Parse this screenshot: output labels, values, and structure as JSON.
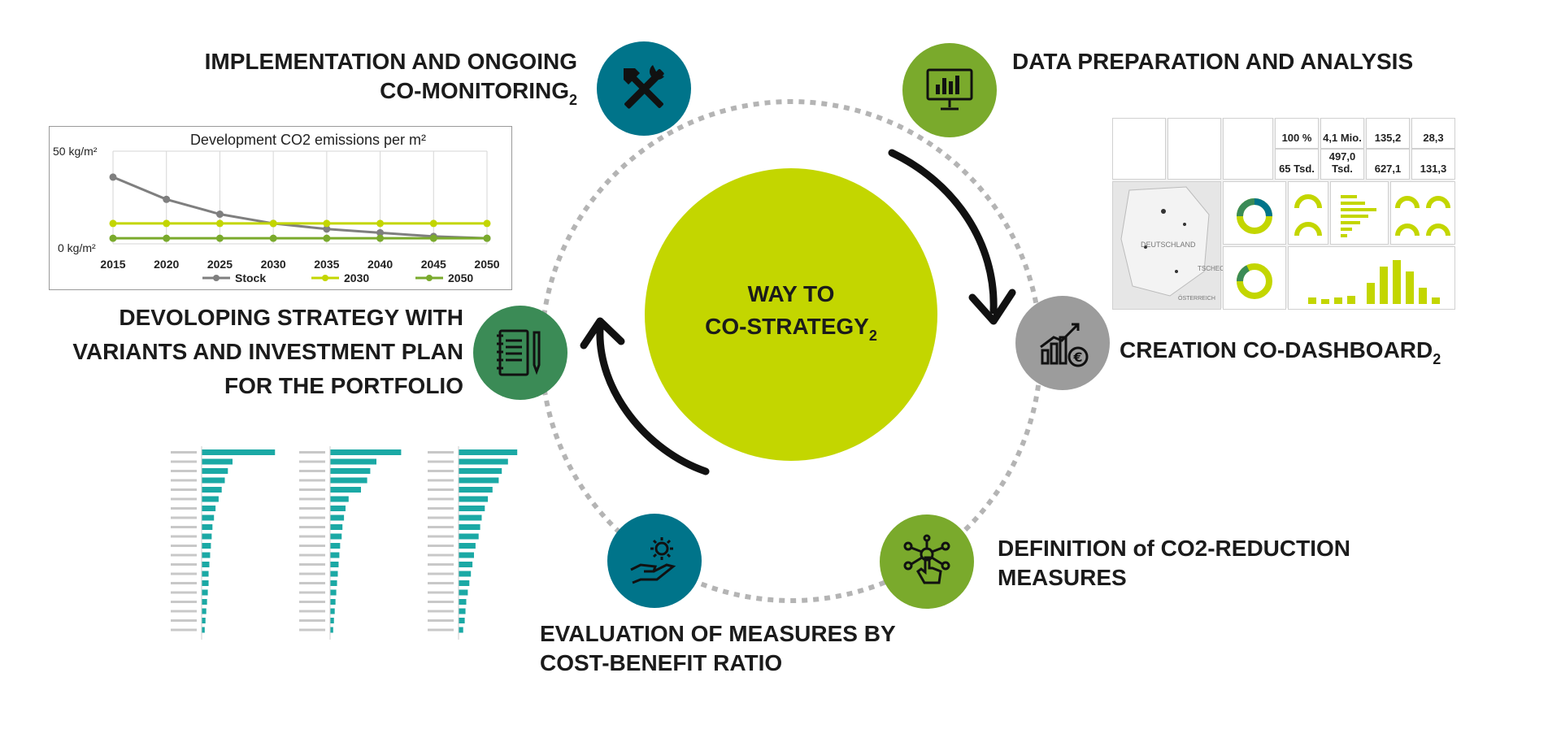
{
  "center": {
    "line1": "WAY TO",
    "line2": "CO-STRATEGY",
    "sub": "2"
  },
  "steps": {
    "implementation": {
      "line1": "IMPLEMENTATION AND ONGOING",
      "line2": "CO-MONITORING",
      "sub": "2"
    },
    "data_prep": {
      "line1": "DATA PREPARATION AND ANALYSIS"
    },
    "dashboard": {
      "line1": "CREATION CO-DASHBOARD",
      "sub": "2"
    },
    "definition": {
      "line1": "DEFINITION of CO2-REDUCTION",
      "line2": "MEASURES"
    },
    "evaluation": {
      "line1": "EVALUATION OF MEASURES BY",
      "line2": "COST-BENEFIT RATIO"
    },
    "strategy": {
      "line1": "DEVOLOPING STRATEGY WITH",
      "line2": "VARIANTS AND INVESTMENT PLAN",
      "line3": "FOR THE PORTFOLIO"
    }
  },
  "icons": {
    "implementation": "tools-icon",
    "data_prep": "monitor-chart-icon",
    "dashboard": "growth-chart-euro-icon",
    "definition": "touch-network-icon",
    "evaluation": "hand-gear-icon",
    "strategy": "notebook-pen-icon"
  },
  "colors": {
    "teal": "#00748a",
    "green": "#7aaa2c",
    "grey": "#9c9c9c",
    "dark_green": "#3b8b56",
    "lime": "#c3d600"
  },
  "chart_data": {
    "type": "line",
    "title": "Development CO2 emissions per m²",
    "y_top_label": "50 kg/m²",
    "y_bottom_label": "0 kg/m²",
    "x": [
      2015,
      2020,
      2025,
      2030,
      2035,
      2040,
      2045,
      2050
    ],
    "ylim": [
      0,
      50
    ],
    "series": [
      {
        "name": "Stock",
        "color": "#7f7f7f",
        "values": [
          36,
          24,
          16,
          11,
          8,
          6,
          4,
          3
        ]
      },
      {
        "name": "2030",
        "color": "#c3d600",
        "values": [
          11,
          11,
          11,
          11,
          11,
          11,
          11,
          11
        ]
      },
      {
        "name": "2050",
        "color": "#7aaa2c",
        "values": [
          3,
          3,
          3,
          3,
          3,
          3,
          3,
          3
        ]
      }
    ],
    "grid": true,
    "legend": "bottom"
  },
  "dashboard": {
    "kpis": [
      {
        "value": "100 %"
      },
      {
        "value": "4,1 Mio."
      },
      {
        "value": "135,2"
      },
      {
        "value": "28,3"
      },
      {
        "value": "65 Tsd."
      },
      {
        "value": "497,0 Tsd."
      },
      {
        "value": "627,1"
      },
      {
        "value": "131,3"
      }
    ],
    "map_labels": {
      "de": "DEUTSCHLAND",
      "cz": "TSCHEC",
      "at": "ÖSTERREICH"
    }
  }
}
